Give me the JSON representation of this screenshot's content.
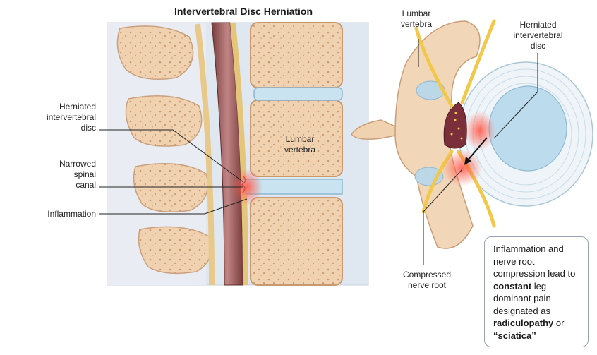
{
  "title": "Intervertebral Disc Herniation",
  "labels": {
    "herniated_disc_left": "Herniated\nintervertebral\ndisc",
    "narrowed_canal": "Narrowed\nspinal\ncanal",
    "inflammation": "Inflammation",
    "lumbar_vertebra_center": "Lumbar\nvertebra",
    "lumbar_vertebra_top": "Lumbar\nvertebra",
    "herniated_disc_right": "Herniated\nintervertebral\ndisc",
    "compressed_nerve_root": "Compressed\nnerve root"
  },
  "callout": {
    "line1": "Inflammation and",
    "line2": "nerve root",
    "line3": "compression lead to",
    "line4_bold": "constant",
    "line4_rest": " leg",
    "line5": "dominant pain",
    "line6": "designated as",
    "line7_bold": "radiculopathy",
    "line7_rest": " or",
    "line8_bold": "“sciatica”"
  },
  "colors": {
    "bone": "#f2d6b8",
    "bone_dark": "#d9b08c",
    "disc": "#c9e3f0",
    "cord": "#b06a6a",
    "inflammation": "#e53935",
    "nerve": "#f1c84b"
  }
}
